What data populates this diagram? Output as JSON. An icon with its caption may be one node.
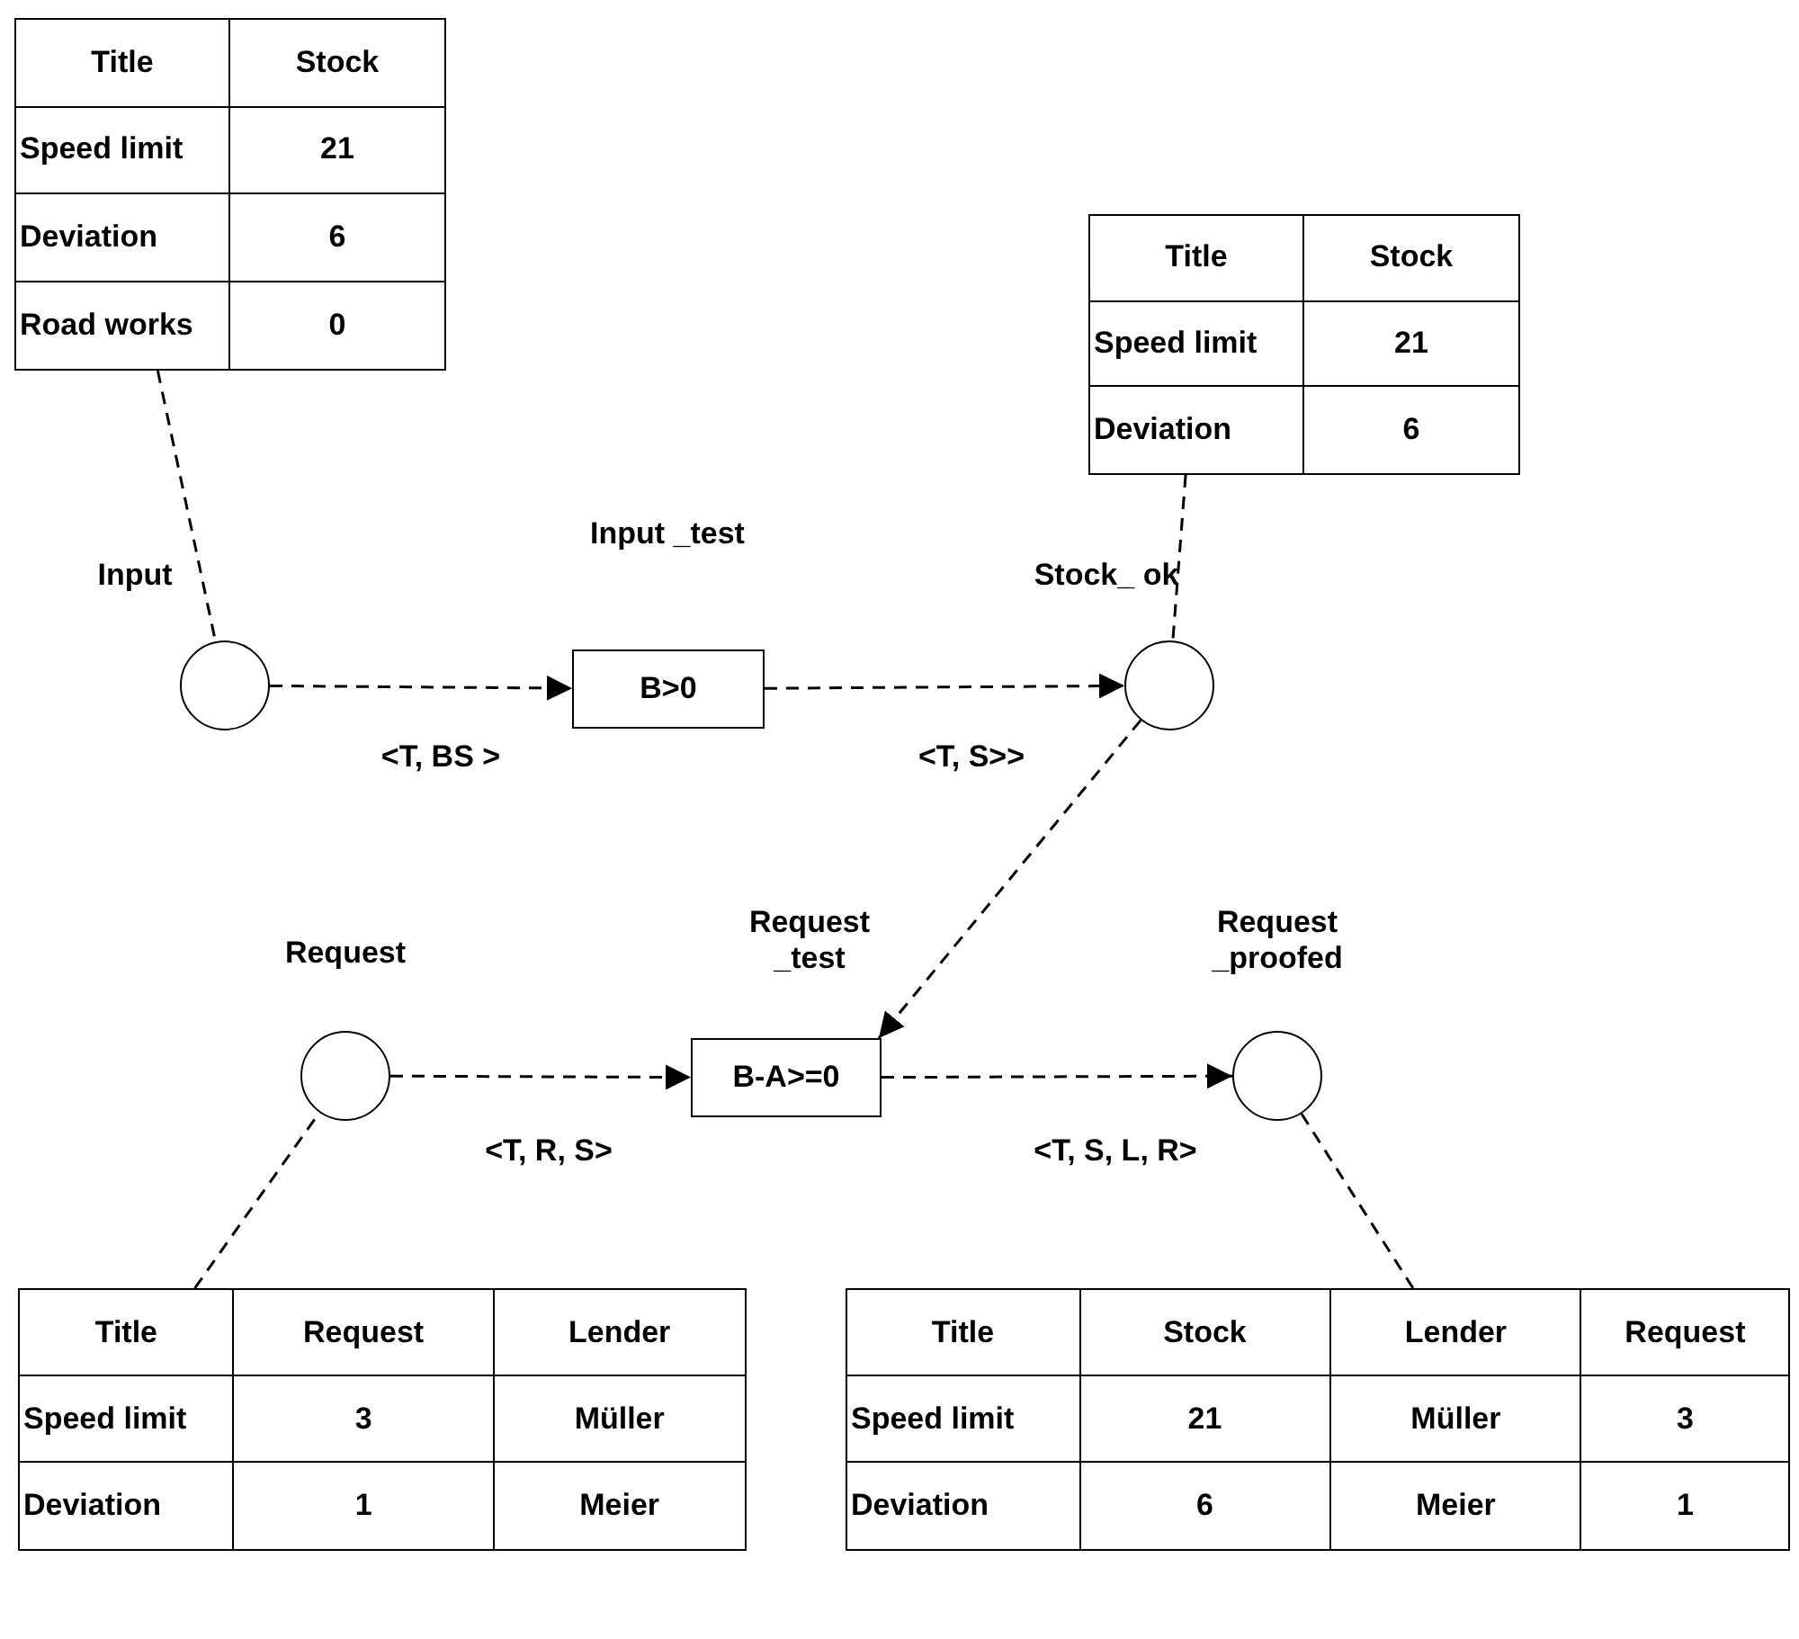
{
  "diagram": {
    "nodes": [
      {
        "text": [
          "Title",
          "Stock",
          "Speed limit",
          "21",
          "Deviation",
          "6",
          "Road works",
          "0"
        ]
      },
      {
        "text": [
          "Title",
          "Stock",
          "Speed limit",
          "21",
          "Deviation",
          "6"
        ]
      },
      {
        "text": [],
        "shape": "circle",
        "beside": [
          "Input"
        ]
      },
      {
        "text": [
          "B>0"
        ],
        "beside": [
          "Input _test"
        ]
      },
      {
        "text": [],
        "shape": "circle",
        "beside": [
          "Stock_ ok"
        ]
      },
      {
        "text": [],
        "shape": "circle",
        "beside": [
          "Request"
        ]
      },
      {
        "text": [
          "B-A>=0"
        ],
        "beside": [
          "Request _test"
        ]
      },
      {
        "text": [],
        "shape": "circle",
        "beside": [
          "Request _proofed"
        ]
      },
      {
        "text": [
          "Title",
          "Request",
          "Lender",
          "Speed limit",
          "3",
          "Müller",
          "Deviation",
          "1",
          "Meier"
        ]
      },
      {
        "text": [
          "Title",
          "Stock",
          "Lender",
          "Request",
          "Speed limit",
          "21",
          "Müller",
          "3",
          "Deviation",
          "6",
          "Meier",
          "1"
        ]
      }
    ],
    "edges": [
      {
        "from": 2,
        "to": 3,
        "arrow": "to",
        "label": "<T, BS >",
        "style": "dashed"
      },
      {
        "from": 3,
        "to": 4,
        "arrow": "to",
        "label": "<T, S>>",
        "style": "dashed"
      },
      {
        "from": 4,
        "to": 6,
        "arrow": "to",
        "style": "dashed"
      },
      {
        "from": 5,
        "to": 6,
        "arrow": "to",
        "label": "<T, R, S>",
        "style": "dashed"
      },
      {
        "from": 6,
        "to": 7,
        "arrow": "to",
        "label": "<T, S, L, R>",
        "style": "dashed"
      },
      {
        "from": 0,
        "to": 2,
        "arrow": "none",
        "style": "dashed"
      },
      {
        "from": 1,
        "to": 4,
        "arrow": "none",
        "style": "dashed"
      },
      {
        "from": 8,
        "to": 5,
        "arrow": "none",
        "style": "dashed"
      },
      {
        "from": 9,
        "to": 7,
        "arrow": "none",
        "style": "dashed"
      }
    ]
  }
}
